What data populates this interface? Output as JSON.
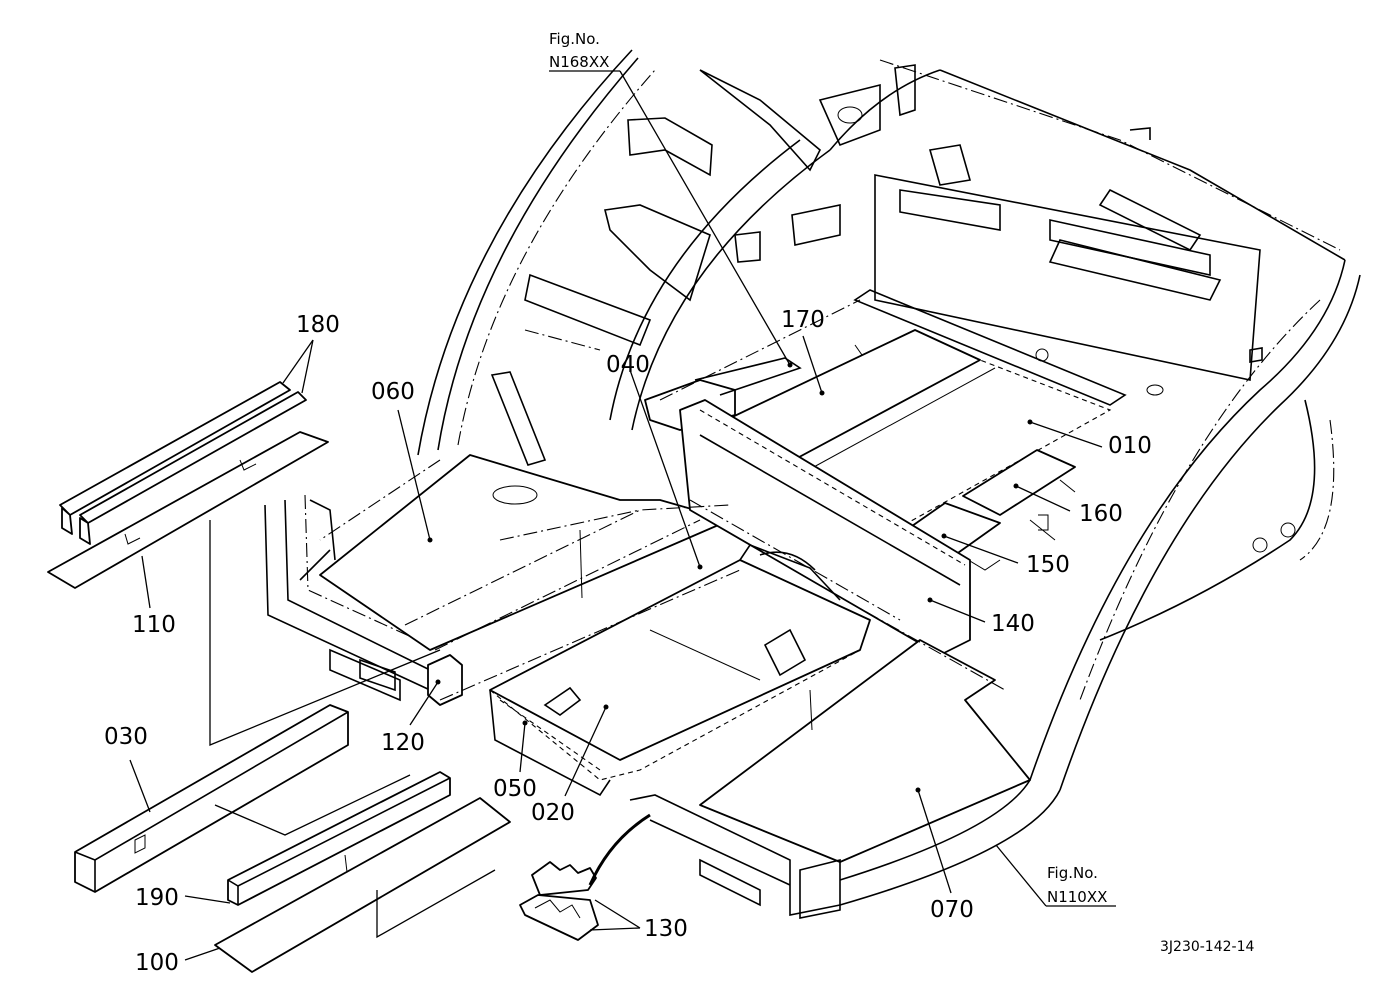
{
  "references": {
    "top": {
      "line1": "Fig.No.",
      "line2": "N168XX"
    },
    "bottom": {
      "line1": "Fig.No.",
      "line2": "N110XX"
    }
  },
  "drawing_code": "3J230-142-14",
  "callouts": [
    {
      "id": "180",
      "text": "180"
    },
    {
      "id": "060",
      "text": "060"
    },
    {
      "id": "040",
      "text": "040"
    },
    {
      "id": "170",
      "text": "170"
    },
    {
      "id": "010",
      "text": "010"
    },
    {
      "id": "160",
      "text": "160"
    },
    {
      "id": "150",
      "text": "150"
    },
    {
      "id": "140",
      "text": "140"
    },
    {
      "id": "110",
      "text": "110"
    },
    {
      "id": "120",
      "text": "120"
    },
    {
      "id": "030",
      "text": "030"
    },
    {
      "id": "050",
      "text": "050"
    },
    {
      "id": "020",
      "text": "020"
    },
    {
      "id": "190",
      "text": "190"
    },
    {
      "id": "100",
      "text": "100"
    },
    {
      "id": "130",
      "text": "130"
    },
    {
      "id": "070",
      "text": "070"
    }
  ]
}
